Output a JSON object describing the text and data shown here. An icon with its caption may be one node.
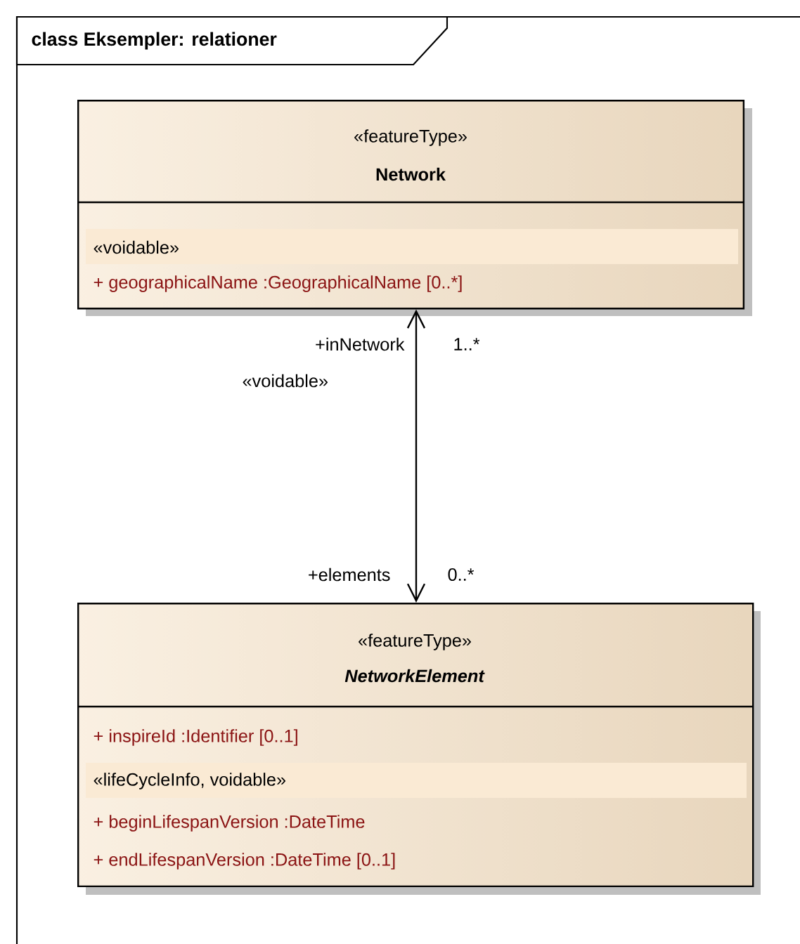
{
  "diagram": {
    "nodes": [
      {
        "text": [
          "class Eksempler: relationer"
        ]
      },
      {
        "text": [
          "«featureType»",
          "Network",
          "«voidable»",
          "+ geographicalName :GeographicalName [0..*]"
        ],
        "in": 0
      },
      {
        "text": [
          "«featureType»",
          "*NetworkElement*",
          "+ inspireId :Identifier [0..1]",
          "«lifeCycleInfo, voidable»",
          "+ beginLifespanVersion :DateTime",
          "+ endLifespanVersion :DateTime [0..1]"
        ],
        "in": 0
      }
    ],
    "edges": [
      {
        "from": 1,
        "to": 2,
        "arrow": "both"
      }
    ],
    "labels": [
      "+inNetwork",
      "1..*",
      "«voidable»",
      "+elements",
      "0..*"
    ]
  }
}
